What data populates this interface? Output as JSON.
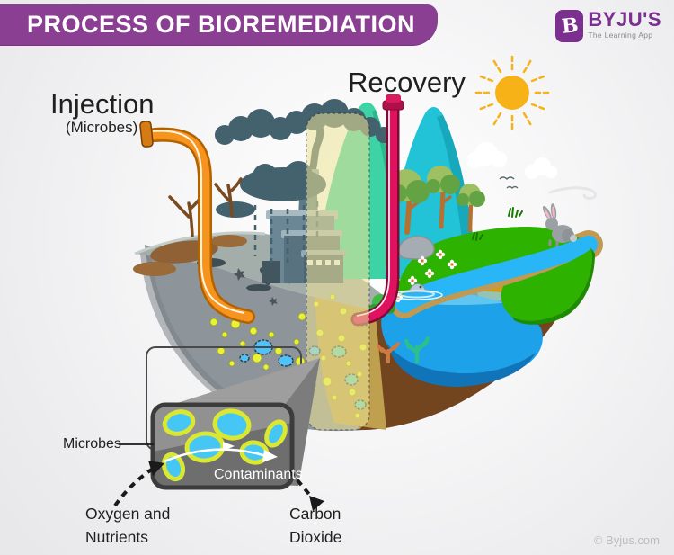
{
  "header": {
    "title": "PROCESS OF BIOREMEDIATION"
  },
  "logo": {
    "mark": "B",
    "brand": "BYJU'S",
    "tagline": "The Learning App"
  },
  "diagram": {
    "labels": {
      "injection": "Injection",
      "injection_sub": "(Microbes)",
      "recovery": "Recovery",
      "microbes": "Microbes",
      "contaminants": "Contaminants",
      "oxygen_nutrients": "Oxygen and Nutrients",
      "carbon_dioxide": "Carbon Dioxide"
    },
    "legend": {
      "injection_pipe": "orange pipe injecting microbes underground on polluted side",
      "recovery_pipe": "red pipe recovering clean water on healthy side",
      "treatment_zone": "dashed translucent yellow column where bioremediation occurs",
      "inset": "magnified view of microbes degrading contaminants"
    },
    "colors": {
      "banner_purple": "#8a3f93",
      "logo_purple": "#7b2f8e",
      "pipe_orange": "#f7941e",
      "pipe_red": "#e0115f",
      "sun_yellow": "#f6b216",
      "grass_green": "#2db200",
      "water_blue": "#1da1e8",
      "soil_gray": "#8d949a",
      "earth_brown": "#73451f",
      "microbe_yellow": "#e7f239",
      "contaminant_blue": "#45c6f5",
      "highlight_zone": "#f0e8a8",
      "smoke_slate": "#44616e"
    }
  },
  "footer": {
    "copyright": "© Byjus.com"
  }
}
